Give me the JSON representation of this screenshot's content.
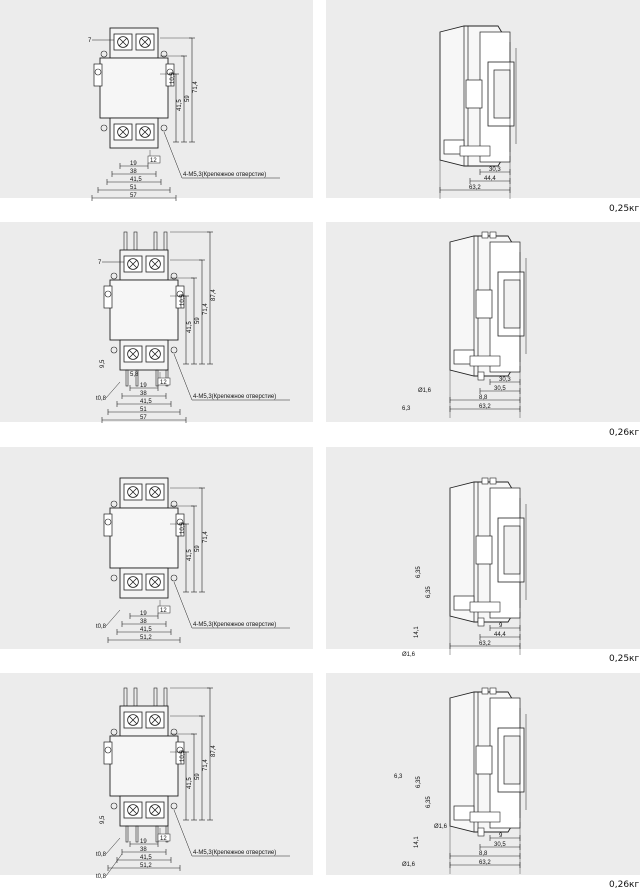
{
  "hole_note": "4-M5,3(Крепежное отверстие)",
  "rows": [
    {
      "weight": "0,25кг",
      "front": {
        "left_label": "7",
        "v_labels": [
          "41,5",
          "59",
          "71,4"
        ],
        "small_v": "10,5",
        "b_small": "12",
        "b_labels": [
          "19",
          "38",
          "41,5",
          "51",
          "57"
        ]
      },
      "side": {
        "labels": [
          "30,3",
          "44,4",
          "63,2"
        ]
      }
    },
    {
      "weight": "0,26кг",
      "front": {
        "left_label": "7",
        "v_labels": [
          "41,5",
          "59",
          "71,4",
          "87,4"
        ],
        "small_v": "10,5",
        "b_small": "12",
        "b_labels": [
          "19",
          "38",
          "41,5",
          "51",
          "57"
        ],
        "extra_label": "t0,8",
        "side_small": "9,5",
        "side_small2": "5,8"
      },
      "side": {
        "labels": [
          "30,3",
          "30,5",
          "8,8",
          "63,2"
        ],
        "extra_labels": [
          "6,3",
          "Ø1,6"
        ]
      }
    },
    {
      "weight": "0,25кг",
      "front": {
        "v_labels": [
          "41,5",
          "59",
          "71,4"
        ],
        "small_v": "10,5",
        "b_small": "12",
        "b_labels": [
          "19",
          "38",
          "41,5",
          "51,2"
        ],
        "extra_label": "t0,8"
      },
      "side": {
        "labels": [
          "9",
          "44,4",
          "63,2"
        ],
        "extra_labels": [
          "Ø1,6",
          "14,1",
          "6,35",
          "6,35"
        ]
      }
    },
    {
      "weight": "0,26кг",
      "front": {
        "v_labels": [
          "41,5",
          "59",
          "71,4",
          "87,4"
        ],
        "small_v": "10,5",
        "b_small": "12",
        "b_labels": [
          "19",
          "38",
          "41,5",
          "51,2"
        ],
        "extra_label": "t0,8",
        "extra_label2": "t0,8",
        "side_small": "9,5"
      },
      "side": {
        "labels": [
          "9",
          "30,5",
          "8,8",
          "63,2"
        ],
        "extra_labels": [
          "Ø1,6",
          "14,1",
          "6,35",
          "6,35",
          "6,3",
          "Ø1,6"
        ]
      }
    }
  ]
}
